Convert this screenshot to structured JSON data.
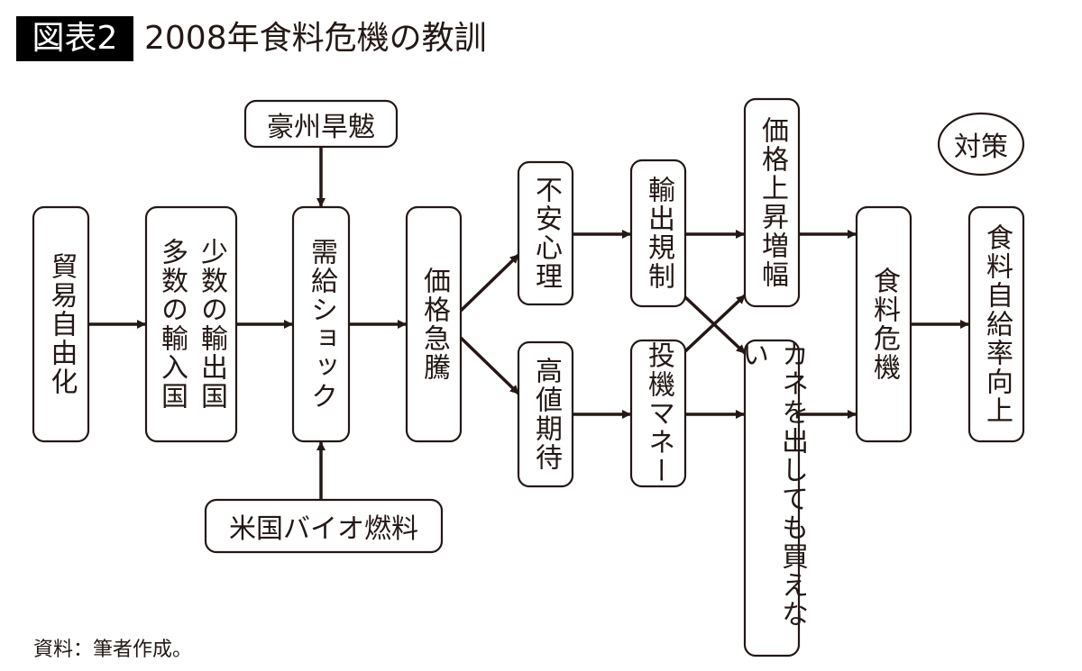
{
  "title": {
    "badge": "図表2",
    "text": "2008年食料危機の教訓"
  },
  "nodes": {
    "trade_liberalization": "貿易自由化",
    "few_exporters": "少数の輸出国",
    "many_importers": "多数の輸入国",
    "australia_drought": "豪州旱魃",
    "supply_demand_shock": "需給ショック",
    "us_biofuel": "米国バイオ燃料",
    "price_surge": "価格急騰",
    "anxiety": "不安心理",
    "high_price_expectation": "高値期待",
    "export_restriction": "輸出規制",
    "speculative_money": "投機マネー",
    "price_rise_amplification": "価格上昇増幅",
    "cannot_buy": "カネを出しても買えない",
    "food_crisis": "食料危機",
    "countermeasure": "対策",
    "self_sufficiency": "食料自給率向上"
  },
  "source": "資料：筆者作成。",
  "colors": {
    "line": "#231815",
    "badge_bg": "#000000",
    "badge_text": "#ffffff"
  }
}
